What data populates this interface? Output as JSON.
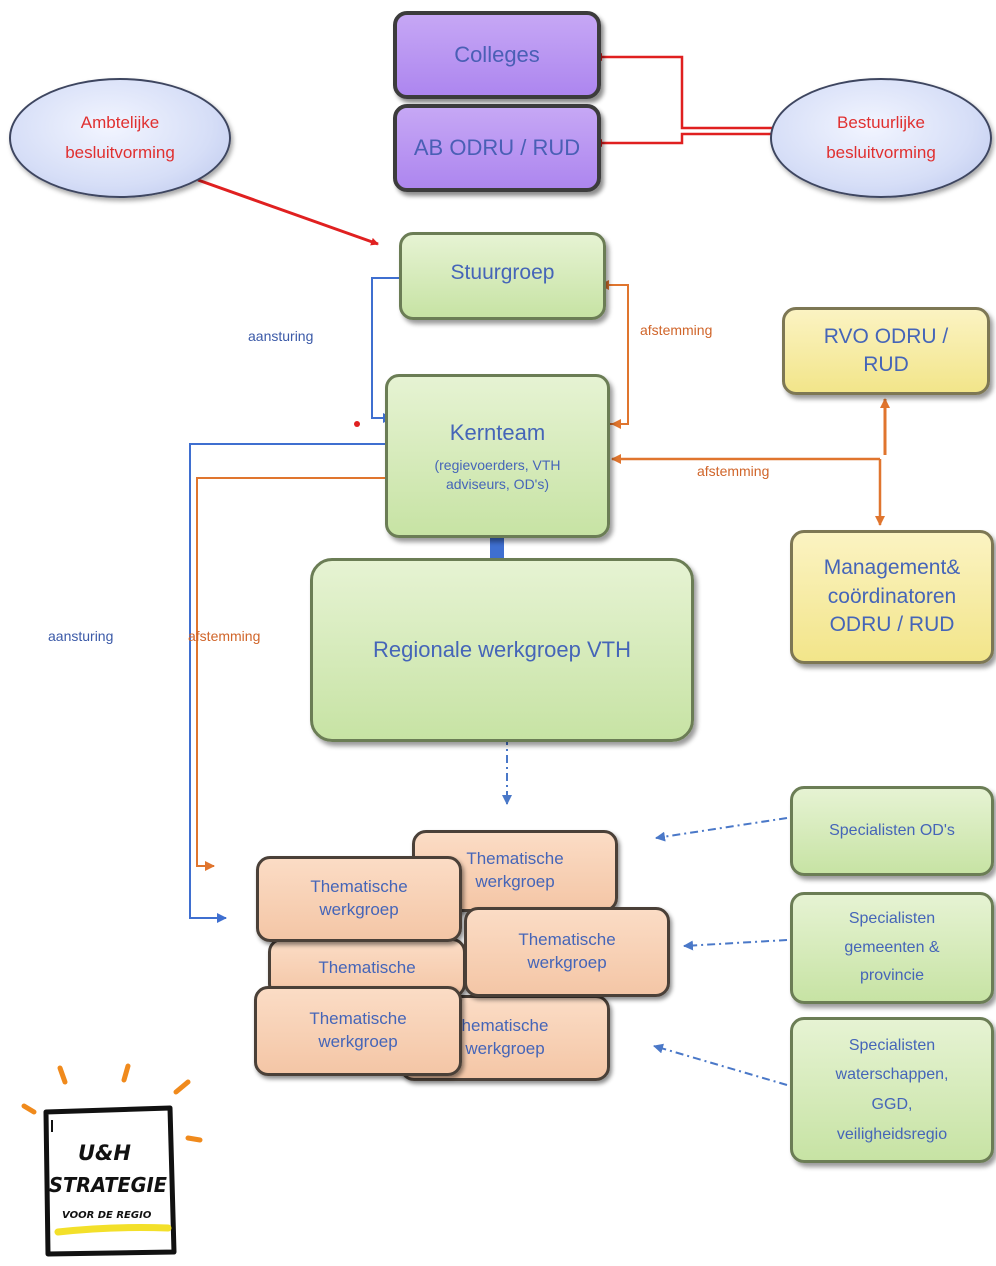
{
  "top": {
    "colleges": "Colleges",
    "ab_odru": "AB ODRU / RUD",
    "ambtelijke_line1": "Ambtelijke",
    "ambtelijke_line2": "besluitvorming",
    "bestuurlijke_line1": "Bestuurlijke",
    "bestuurlijke_line2": "besluitvorming"
  },
  "middle": {
    "stuurgroep": "Stuurgroep",
    "kernteam_title": "Kernteam",
    "kernteam_sub1": "(regievoerders,  VTH",
    "kernteam_sub2": "adviseurs, OD's)",
    "regionale": "Regionale werkgroep VTH"
  },
  "right": {
    "rvo_line1": "RVO ODRU /",
    "rvo_line2": "RUD",
    "mgmt_line1": "Management&",
    "mgmt_line2": "coördinatoren",
    "mgmt_line3": "ODRU / RUD"
  },
  "labels": {
    "aansturing_1": "aansturing",
    "afstemming_1": "afstemming",
    "afstemming_2": "afstemming",
    "aansturing_2": "aansturing",
    "afstemming_3": "afstemming"
  },
  "thematic": {
    "back_right_1": "Thematische",
    "back_right_2": "werkgroep",
    "front_left_1": "Thematische",
    "front_left_2": "werkgroep",
    "mid_right_1": "Thematische",
    "mid_right_2": "werkgroep",
    "mid_left_1": "Thematische",
    "bottom_right_1": "hematische",
    "bottom_right_2": "werkgroep",
    "bottom_left_1": "Thematische",
    "bottom_left_2": "werkgroep"
  },
  "specialists": {
    "ods": "Specialisten OD's",
    "gem_1": "Specialisten",
    "gem_2": "gemeenten &",
    "gem_3": "provincie",
    "water_1": "Specialisten",
    "water_2": "waterschappen,",
    "water_3": "GGD,",
    "water_4": "veiligheidsregio"
  },
  "logo": {
    "line1": "U&H",
    "line2": "STRATEGIE",
    "line3": "VOOR DE REGIO"
  },
  "colors": {
    "red_arrow": "#e02020",
    "blue_arrow": "#3f6fd0",
    "orange_arrow": "#e0752e",
    "label_blue": "#3b5aa8",
    "label_orange": "#d0652a"
  }
}
